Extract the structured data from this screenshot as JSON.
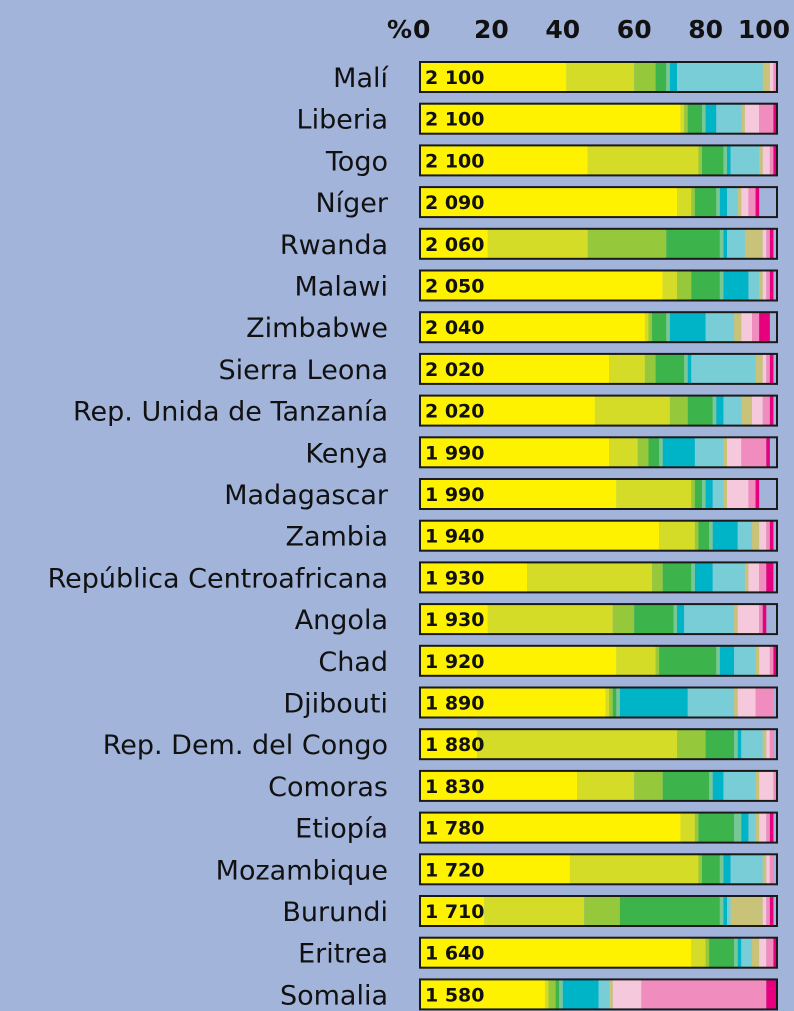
{
  "chart_data": {
    "type": "bar",
    "stacked": true,
    "orientation": "horizontal",
    "axis_unit_label": "%",
    "xlim": [
      0,
      100
    ],
    "x_ticks": [
      0,
      20,
      40,
      60,
      80,
      100
    ],
    "grid": false,
    "legend": "none",
    "colors": [
      "#fff200",
      "#d4dc28",
      "#96c83c",
      "#3cb44b",
      "#78c896",
      "#00b4c8",
      "#78cdd7",
      "#c8c378",
      "#f5c8dc",
      "#f08cbe",
      "#e6007e"
    ],
    "categories": [
      "Malí",
      "Liberia",
      "Togo",
      "Níger",
      "Rwanda",
      "Malawi",
      "Zimbabwe",
      "Sierra Leona",
      "Rep. Unida de Tanzanía",
      "Kenya",
      "Madagascar",
      "Zambia",
      "República Centroafricana",
      "Angola",
      "Chad",
      "Djibouti",
      "Rep. Dem. del Congo",
      "Comoras",
      "Etiopía",
      "Mozambique",
      "Burundi",
      "Eritrea",
      "Somalia"
    ],
    "value_labels": [
      "2 100",
      "2 100",
      "2 100",
      "2 090",
      "2 060",
      "2 050",
      "2 040",
      "2 020",
      "2 020",
      "1 990",
      "1 990",
      "1 940",
      "1 930",
      "1 930",
      "1 920",
      "1 890",
      "1 880",
      "1 830",
      "1 780",
      "1 720",
      "1 710",
      "1 640",
      "1 580"
    ],
    "series": [
      {
        "values": [
          41,
          73,
          47,
          72,
          19,
          68,
          63,
          53,
          49,
          53,
          55,
          67,
          30,
          19,
          55,
          52,
          16,
          44,
          73,
          42,
          18,
          76,
          35
        ]
      },
      {
        "values": [
          19,
          1,
          31,
          4,
          28,
          4,
          1,
          10,
          21,
          8,
          21,
          10,
          35,
          35,
          11,
          1,
          56,
          16,
          4,
          36,
          28,
          4,
          1
        ]
      },
      {
        "values": [
          6,
          1,
          1,
          1,
          22,
          4,
          1,
          3,
          5,
          3,
          1,
          1,
          3,
          6,
          1,
          1,
          8,
          8,
          1,
          1,
          10,
          1,
          2
        ]
      },
      {
        "values": [
          3,
          4,
          6,
          6,
          15,
          8,
          4,
          8,
          7,
          3,
          2,
          3,
          8,
          11,
          16,
          1,
          8,
          13,
          10,
          5,
          28,
          7,
          1
        ]
      },
      {
        "values": [
          1,
          1,
          1,
          1,
          1,
          1,
          1,
          1,
          1,
          1,
          1,
          1,
          1,
          1,
          1,
          1,
          1,
          1,
          2,
          1,
          1,
          1,
          1
        ]
      },
      {
        "values": [
          2,
          3,
          1,
          2,
          1,
          7,
          10,
          1,
          2,
          9,
          2,
          7,
          5,
          2,
          4,
          19,
          1,
          3,
          2,
          2,
          1,
          1,
          10
        ]
      },
      {
        "values": [
          24,
          7,
          8,
          3,
          5,
          3,
          8,
          18,
          5,
          8,
          3,
          4,
          9,
          14,
          6,
          13,
          6,
          9,
          2,
          9,
          1,
          3,
          3
        ]
      },
      {
        "values": [
          2,
          1,
          1,
          1,
          5,
          1,
          2,
          2,
          3,
          1,
          1,
          2,
          1,
          1,
          1,
          1,
          1,
          1,
          1,
          1,
          9,
          2,
          1
        ]
      },
      {
        "values": [
          1,
          4,
          2,
          2,
          1,
          1,
          3,
          1,
          3,
          4,
          6,
          2,
          3,
          6,
          3,
          5,
          1,
          4,
          2,
          1,
          1,
          2,
          8
        ]
      },
      {
        "values": [
          1,
          4,
          1,
          2,
          1,
          1,
          2,
          1,
          2,
          7,
          2,
          1,
          2,
          1,
          1,
          5,
          1,
          1,
          1,
          1,
          1,
          2,
          35
        ]
      },
      {
        "values": [
          0,
          1,
          1,
          1,
          1,
          1,
          3,
          1,
          1,
          1,
          1,
          1,
          2,
          1,
          1,
          0,
          0,
          0,
          1,
          0,
          1,
          1,
          3
        ]
      }
    ]
  }
}
